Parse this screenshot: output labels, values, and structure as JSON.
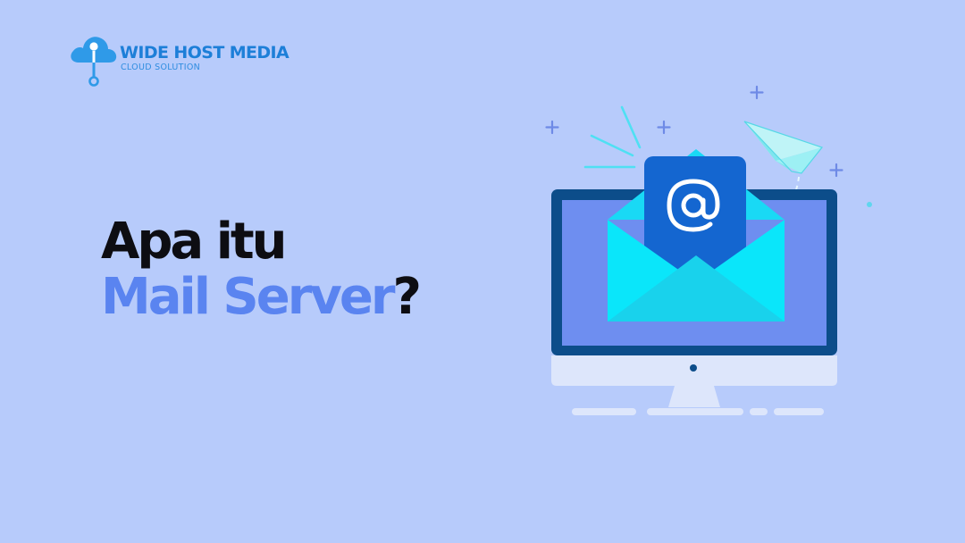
{
  "brand": {
    "name": "WIDE HOST MEDIA",
    "tagline": "CLOUD SOLUTION"
  },
  "headline": {
    "line1": "Apa itu",
    "line2": "Mail Server",
    "punctuation": "?"
  },
  "icons": [
    "cloud-logo-icon",
    "monitor-icon",
    "envelope-icon",
    "at-sign-icon",
    "paper-plane-icon",
    "sparkle-icon"
  ],
  "colors": {
    "background": "#b7cbfb",
    "brand_blue": "#1d7fd8",
    "accent_blue": "#5a84f0",
    "heading_dark": "#0d0d12",
    "monitor_frame": "#0c4d8a",
    "screen": "#6e8ef0",
    "envelope_cyan": "#19d9f5",
    "card_blue": "#1466d0"
  }
}
